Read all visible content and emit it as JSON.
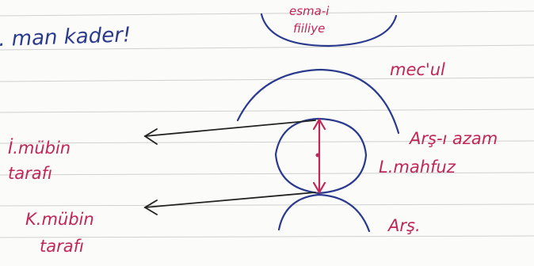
{
  "note": {
    "heading": "... man kader!",
    "top_arc_label_line1": "esma-i",
    "top_arc_label_line2": "fiiliye",
    "mecul": "mec'ul",
    "arsi_azam": "Arş-ı azam",
    "levhi_mahfuz": "L.mahfuz",
    "arsh": "Arş.",
    "imam_mubin_line1": "İ.mübin",
    "imam_mubin_line2": "tarafı",
    "kitab_mubin_line1": "K.mübin",
    "kitab_mubin_line2": "tarafı"
  },
  "colors": {
    "paper": "#fbfbfa",
    "rule_line": "#c9c9c9",
    "blue_ink": "#2a3a8c",
    "red_ink": "#c0265a",
    "black_ink": "#222222"
  }
}
